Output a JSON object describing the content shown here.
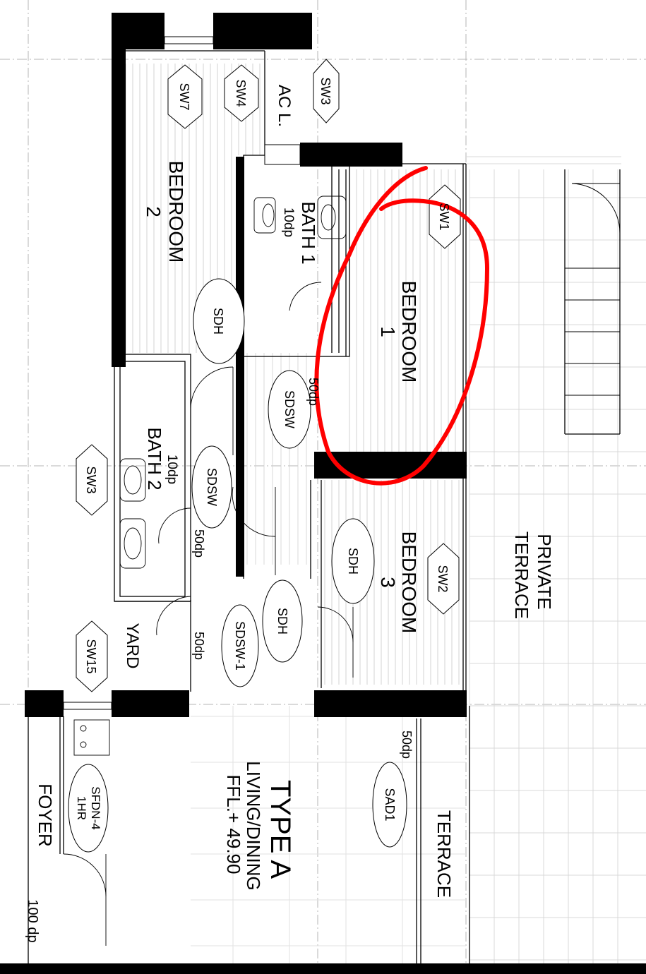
{
  "rooms": {
    "bedroom2_a": "BEDROOM",
    "bedroom2_b": "2",
    "bedroom1_a": "BEDROOM",
    "bedroom1_b": "1",
    "bedroom3_a": "BEDROOM",
    "bedroom3_b": "3",
    "bath1": "BATH 1",
    "bath1_dp": "10dp",
    "bath2": "BATH 2",
    "bath2_dp": "10dp",
    "acl": "AC L.",
    "yard": "YARD",
    "private_terrace_a": "PRIVATE",
    "private_terrace_b": "TERRACE",
    "terrace": "TERRACE",
    "type": "TYPE A",
    "living": "LIVING/DINING",
    "ffl": "FFL.+ 49.90",
    "foyer": "FOYER",
    "foyer_dp": "100 dp"
  },
  "tags": {
    "sw7": "SW7",
    "sw4": "SW4",
    "sw3_top": "SW3",
    "sw1": "SW1",
    "sw2": "SW2",
    "sw3_left": "SW3",
    "sw15": "SW15",
    "sdh_a": "SDH",
    "sdh_b": "SDH",
    "sdh_c": "SDH",
    "sdsw_a": "SDSW",
    "sdsw_b": "SDSW",
    "sdsw1": "SDSW-1",
    "sad1": "SAD1",
    "sfdn_a": "SFDN-4",
    "sfdn_b": "1HR"
  },
  "dims": {
    "dp50_a": "50dp",
    "dp50_b": "50dp",
    "dp50_c": "50dp",
    "dp50_d": "50dp"
  },
  "colors": {
    "wall": "#000000",
    "grid": "#b5b5b5",
    "highlight": "#ff0000"
  }
}
